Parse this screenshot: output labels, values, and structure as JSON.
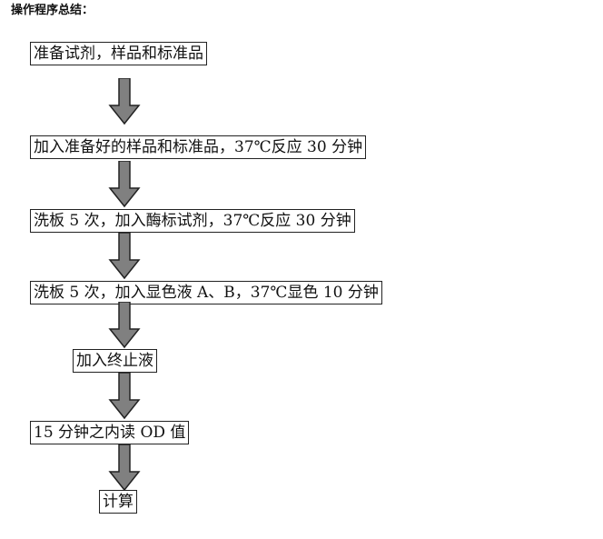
{
  "title": "操作程序总结：",
  "steps": [
    "准备试剂，样品和标准品",
    "加入准备好的样品和标准品，37℃反应 30 分钟",
    "洗板 5 次，加入酶标试剂，37℃反应 30 分钟",
    "洗板 5 次，加入显色液 A、B，37℃显色 10 分钟",
    "加入终止液",
    "15 分钟之内读 OD 值",
    "计算"
  ],
  "colors": {
    "arrow_fill": "#808080",
    "arrow_stroke": "#222222",
    "box_border": "#222222"
  }
}
